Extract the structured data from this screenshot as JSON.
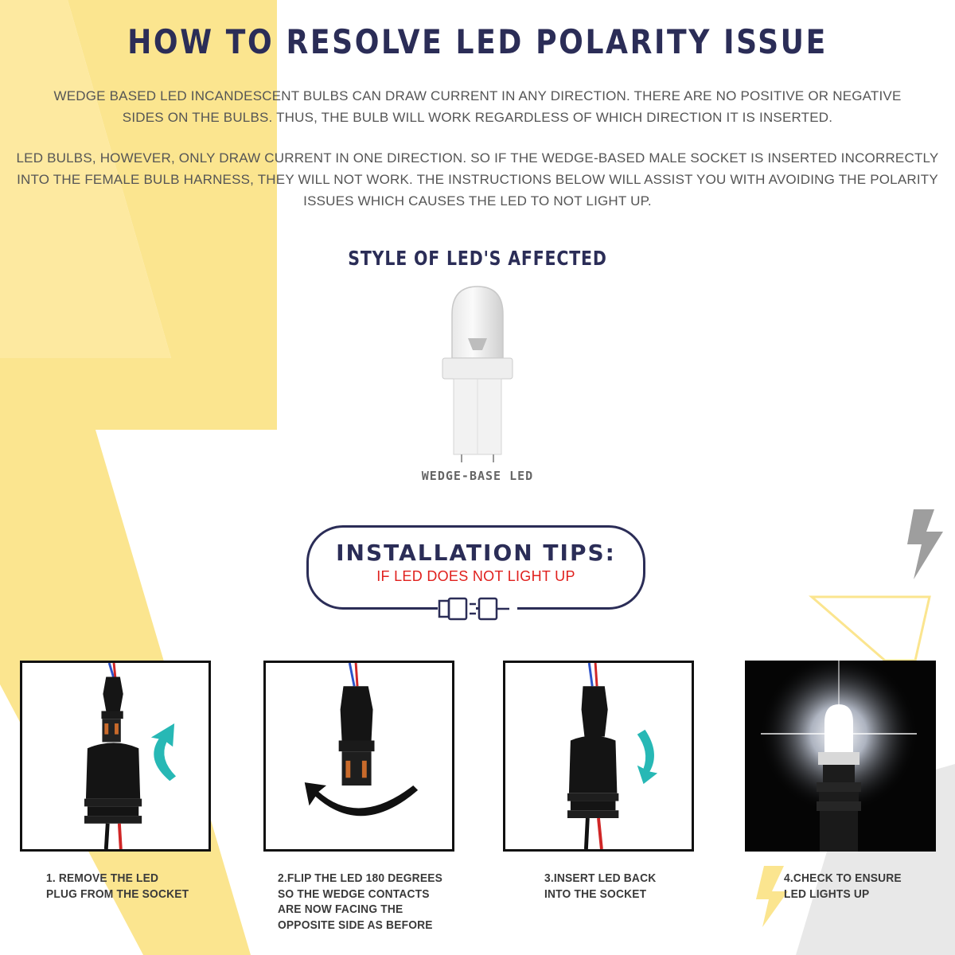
{
  "title": "HOW TO RESOLVE LED POLARITY ISSUE",
  "paragraph_1": "WEDGE BASED LED INCANDESCENT BULBS CAN DRAW CURRENT IN ANY DIRECTION. THERE ARE NO POSITIVE OR NEGATIVE SIDES ON THE BULBS. THUS, THE BULB WILL WORK REGARDLESS OF WHICH DIRECTION IT IS INSERTED.",
  "paragraph_2": "LED BULBS, HOWEVER, ONLY DRAW CURRENT IN ONE DIRECTION. SO IF THE WEDGE-BASED MALE SOCKET IS INSERTED INCORRECTLY INTO THE FEMALE BULB HARNESS, THEY WILL NOT WORK. THE INSTRUCTIONS BELOW WILL ASSIST YOU WITH AVOIDING THE POLARITY ISSUES WHICH CAUSES THE LED TO NOT LIGHT UP.",
  "affected_section": {
    "heading": "STYLE OF LED'S AFFECTED",
    "caption": "WEDGE-BASE LED"
  },
  "installation_tips": {
    "title": "INSTALLATION TIPS:",
    "subtitle": "IF LED DOES NOT LIGHT UP"
  },
  "steps": [
    {
      "caption": "1. REMOVE THE LED\nPLUG FROM THE SOCKET"
    },
    {
      "caption": "2.FLIP THE LED 180 DEGREES\nSO THE WEDGE CONTACTS\nARE NOW FACING THE\nOPPOSITE SIDE AS BEFORE"
    },
    {
      "caption": "3.INSERT LED BACK\nINTO THE SOCKET"
    },
    {
      "caption": "4.CHECK TO ENSURE\nLED LIGHTS UP"
    }
  ],
  "icons": {
    "background": "lightning-bolt-icon",
    "plug": "plug-connector-icon",
    "rotate_up": "curved-arrow-up-icon",
    "rotate_flip": "curved-arrow-flip-icon",
    "rotate_down": "curved-arrow-down-icon"
  },
  "colors": {
    "heading": "#2b2d57",
    "body_text": "#555555",
    "accent_red": "#e0201d",
    "bolt_yellow": "#fbe58f",
    "arrow_teal": "#27b8b5"
  }
}
